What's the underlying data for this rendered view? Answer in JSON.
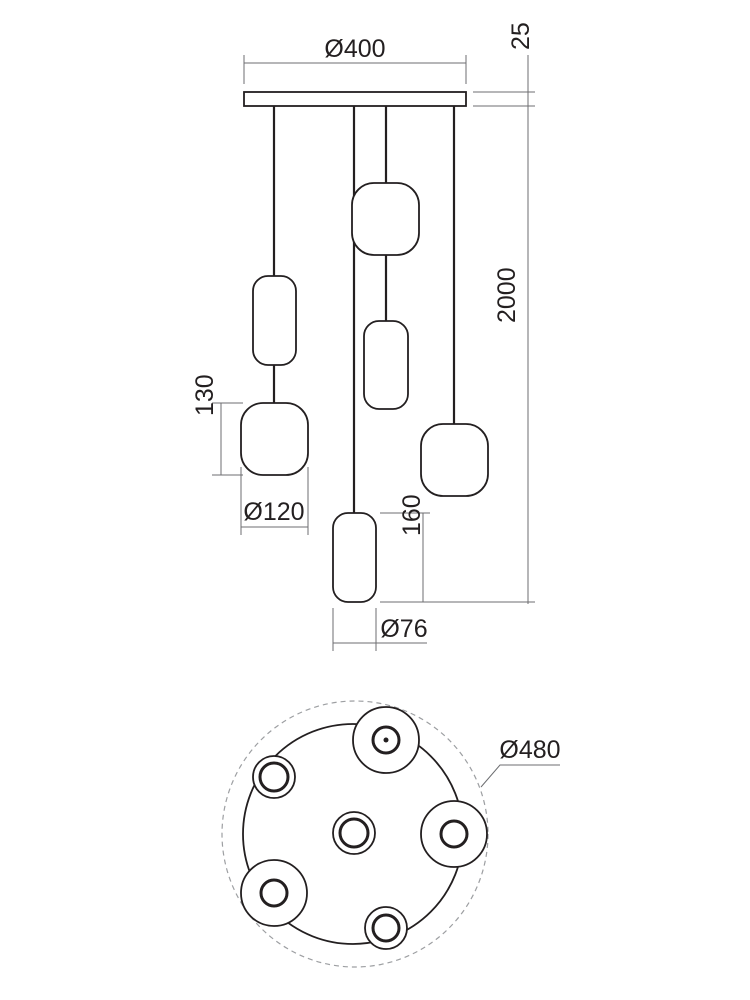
{
  "dimensions": {
    "canopy_diameter": "Ø400",
    "canopy_height": "25",
    "overall_height": "2000",
    "large_shade_height": "130",
    "large_shade_diameter": "Ø120",
    "small_shade_height": "160",
    "small_shade_diameter": "Ø76",
    "plan_diameter": "Ø480"
  },
  "colors": {
    "line": "#231f20",
    "dimension": "#6d6e71",
    "dashed": "#9d9fa2"
  }
}
